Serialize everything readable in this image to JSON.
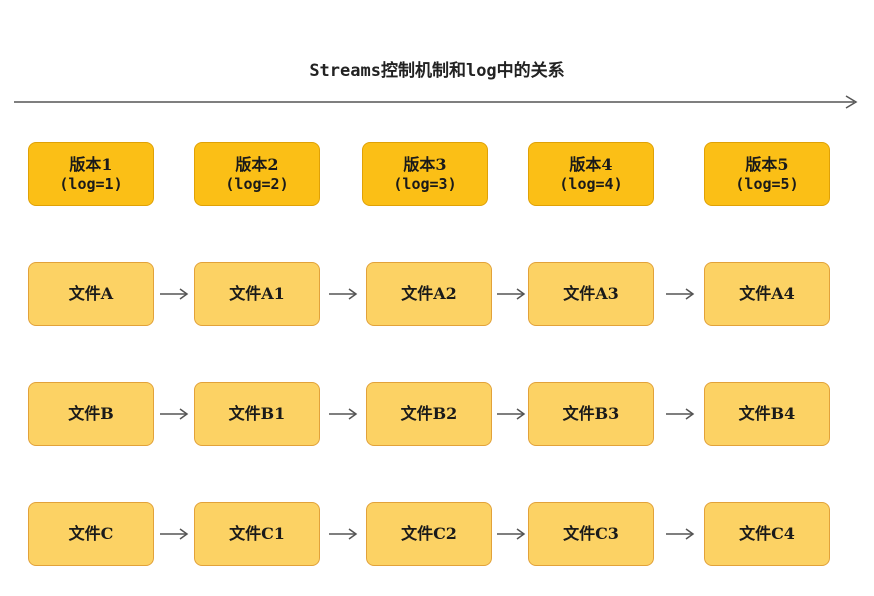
{
  "title": "Streams控制机制和log中的关系",
  "versions": [
    {
      "label": "版本1",
      "sub": "(log=1)"
    },
    {
      "label": "版本2",
      "sub": "(log=2)"
    },
    {
      "label": "版本3",
      "sub": "(log=3)"
    },
    {
      "label": "版本4",
      "sub": "(log=4)"
    },
    {
      "label": "版本5",
      "sub": "(log=5)"
    }
  ],
  "rows": [
    [
      "文件A",
      "文件A1",
      "文件A2",
      "文件A3",
      "文件A4"
    ],
    [
      "文件B",
      "文件B1",
      "文件B2",
      "文件B3",
      "文件B4"
    ],
    [
      "文件C",
      "文件C1",
      "文件C2",
      "文件C3",
      "文件C4"
    ]
  ],
  "colors": {
    "version_fill": "#fbbf16",
    "version_border": "#e0a106",
    "file_fill": "#fcd264",
    "file_border": "#e2a23a",
    "arrow": "#555555"
  }
}
